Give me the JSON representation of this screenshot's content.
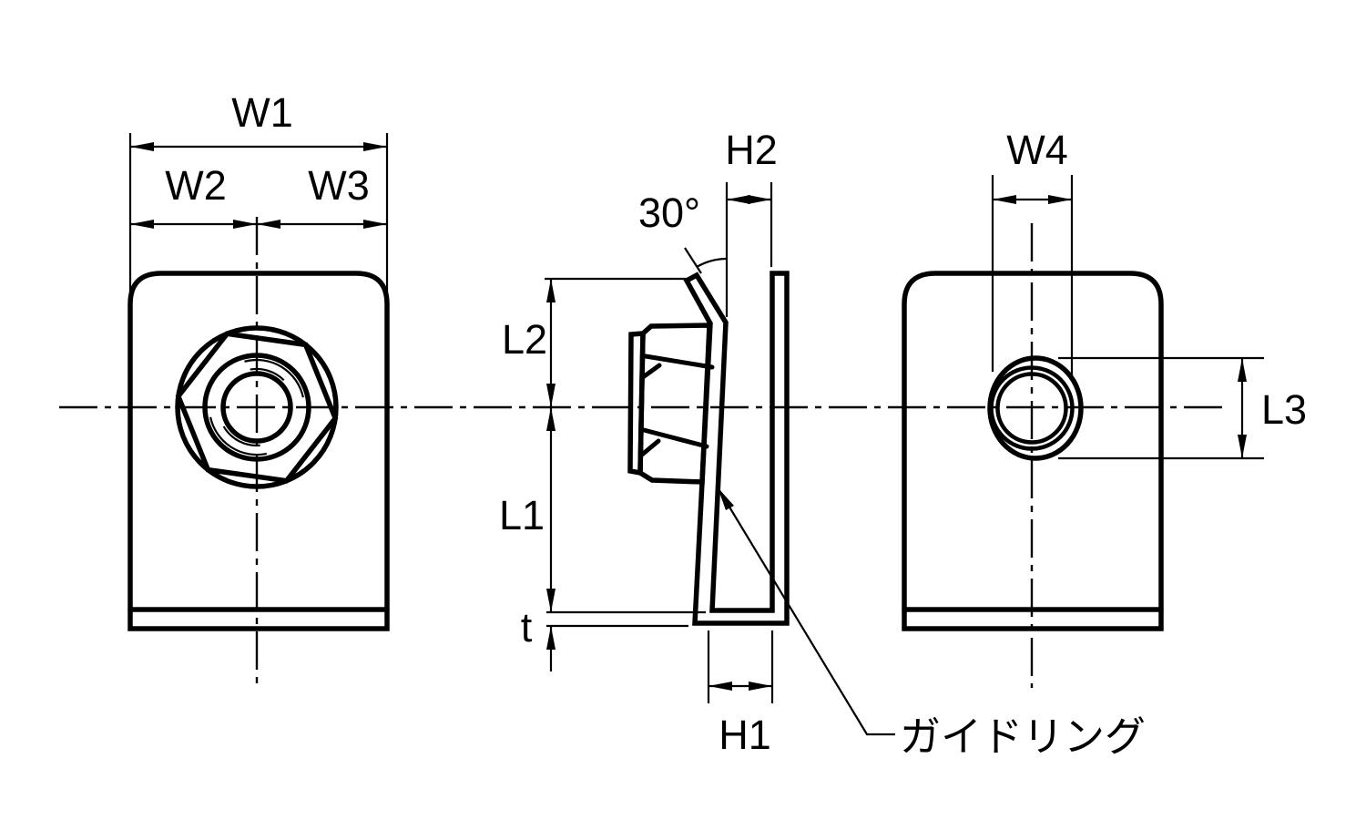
{
  "drawing": {
    "type": "technical-drawing",
    "labels": {
      "w1": "W1",
      "w2": "W2",
      "w3": "W3",
      "w4": "W4",
      "h1": "H1",
      "h2": "H2",
      "l1": "L1",
      "l2": "L2",
      "l3": "L3",
      "t": "t",
      "angle": "30°",
      "guide_ring": "ガイドリング"
    },
    "colors": {
      "ink": "#000000",
      "paper": "#ffffff"
    }
  }
}
